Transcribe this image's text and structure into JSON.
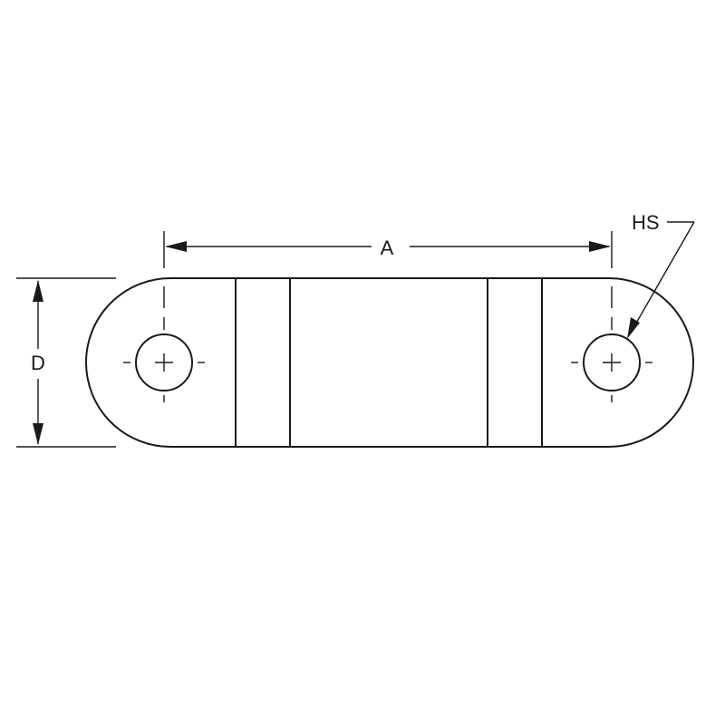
{
  "diagram": {
    "line_color": "#1a1a1a",
    "background": "#ffffff",
    "labels": {
      "length": "A",
      "width": "D",
      "hole_size": "HS"
    }
  }
}
